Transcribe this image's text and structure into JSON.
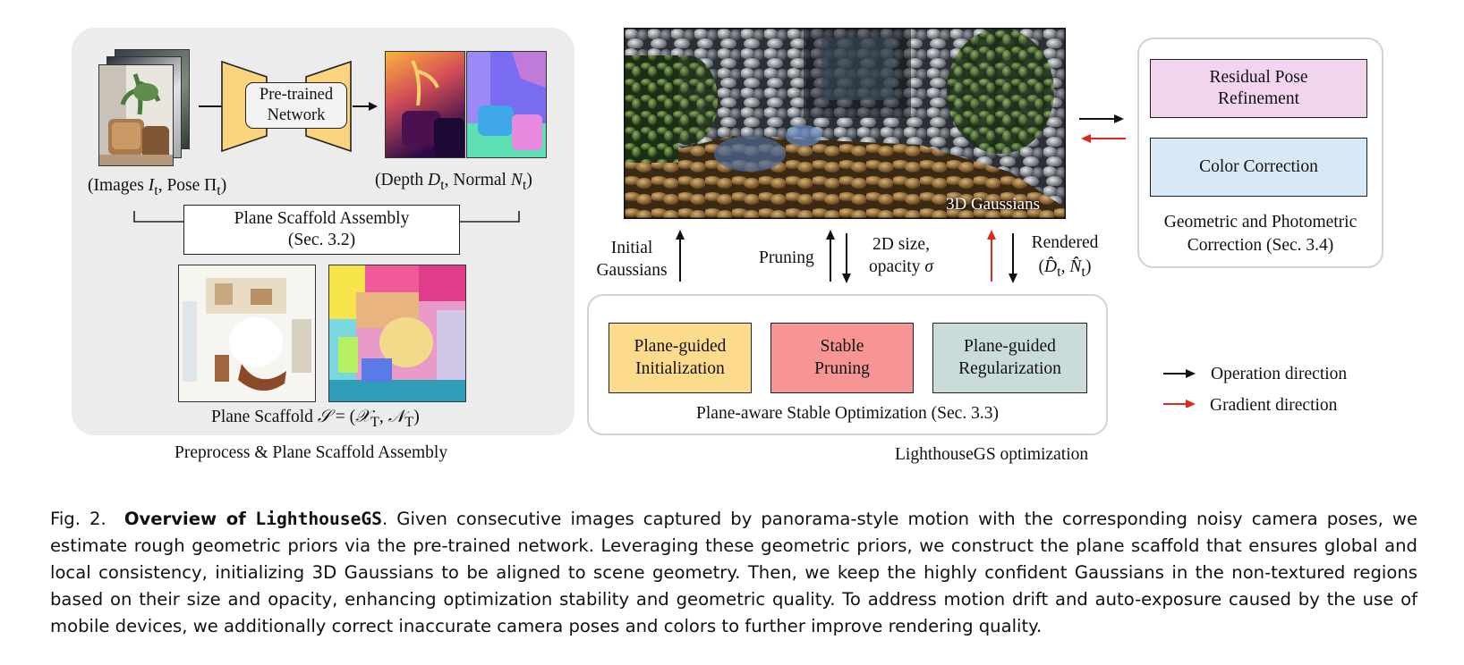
{
  "left_panel": {
    "input_label": "(Images I_t, Pose Π_t)",
    "input_label_parts": {
      "a": "(Images ",
      "b": "I",
      "c": "t",
      "d": ", Pose Π",
      "e": "t",
      "f": ")"
    },
    "network_label": "Pre-trained Network",
    "network_line1": "Pre-trained",
    "network_line2": "Network",
    "output_label_parts": {
      "a": "(Depth ",
      "b": "D",
      "c": "t",
      "d": ", Normal ",
      "e": "N",
      "f": "t",
      "g": ")"
    },
    "assembly_line1": "Plane Scaffold Assembly",
    "assembly_line2": "(Sec. 3.2)",
    "scaffold_label_parts": {
      "a": "Plane Scaffold ",
      "b": "𝒮",
      "c": " = (",
      "d": "𝒳",
      "e": "T",
      "f": ", ",
      "g": "𝒩",
      "h": "T",
      "i": ")"
    },
    "footer": "Preprocess & Plane Scaffold Assembly"
  },
  "middle": {
    "render_label": "3D Gaussians",
    "initial_line1": "Initial",
    "initial_line2": "Gaussians",
    "pruning": "Pruning",
    "size_line1": "2D size,",
    "size_line2_a": "opacity ",
    "size_line2_b": "σ",
    "rendered_line1": "Rendered",
    "rendered_line2_parts": {
      "a": "(",
      "b": "D̂",
      "c": "t",
      "d": ", ",
      "e": "N̂",
      "f": "t",
      "g": ")"
    },
    "boxes": [
      {
        "line1": "Plane-guided",
        "line2": "Initialization",
        "color": "#fcdb8c"
      },
      {
        "line1": "Stable",
        "line2": "Pruning",
        "color": "#f79494"
      },
      {
        "line1": "Plane-guided",
        "line2": "Regularization",
        "color": "#c9dcd9"
      }
    ],
    "panel_label": "Plane-aware Stable Optimization (Sec. 3.3)",
    "footer": "LighthouseGS optimization"
  },
  "right": {
    "box1_line1": "Residual Pose",
    "box1_line2": "Refinement",
    "box1_color": "#f2d4ef",
    "box2_label": "Color Correction",
    "box2_color": "#d9e8f5",
    "panel_line1": "Geometric and Photometric",
    "panel_line2": "Correction (Sec. 3.4)"
  },
  "legend": {
    "operation": "Operation direction",
    "gradient": "Gradient direction",
    "operation_color": "#111111",
    "gradient_color": "#e0281e"
  },
  "caption": {
    "fig": "Fig. 2.",
    "title_a": "Overview of ",
    "title_b": "LighthouseGS",
    "title_c": ".",
    "body": " Given consecutive images captured by panorama-style motion with the corresponding noisy camera poses, we estimate rough geometric priors via the pre-trained network. Leveraging these geometric priors, we construct the plane scaffold that ensures global and local consistency, initializing 3D Gaussians to be aligned to scene geometry. Then, we keep the highly confident Gaussians in the non-textured regions based on their size and opacity, enhancing optimization stability and geometric quality. To address motion drift and auto-exposure caused by the use of mobile devices, we additionally correct inaccurate camera poses and colors to further improve rendering quality."
  }
}
